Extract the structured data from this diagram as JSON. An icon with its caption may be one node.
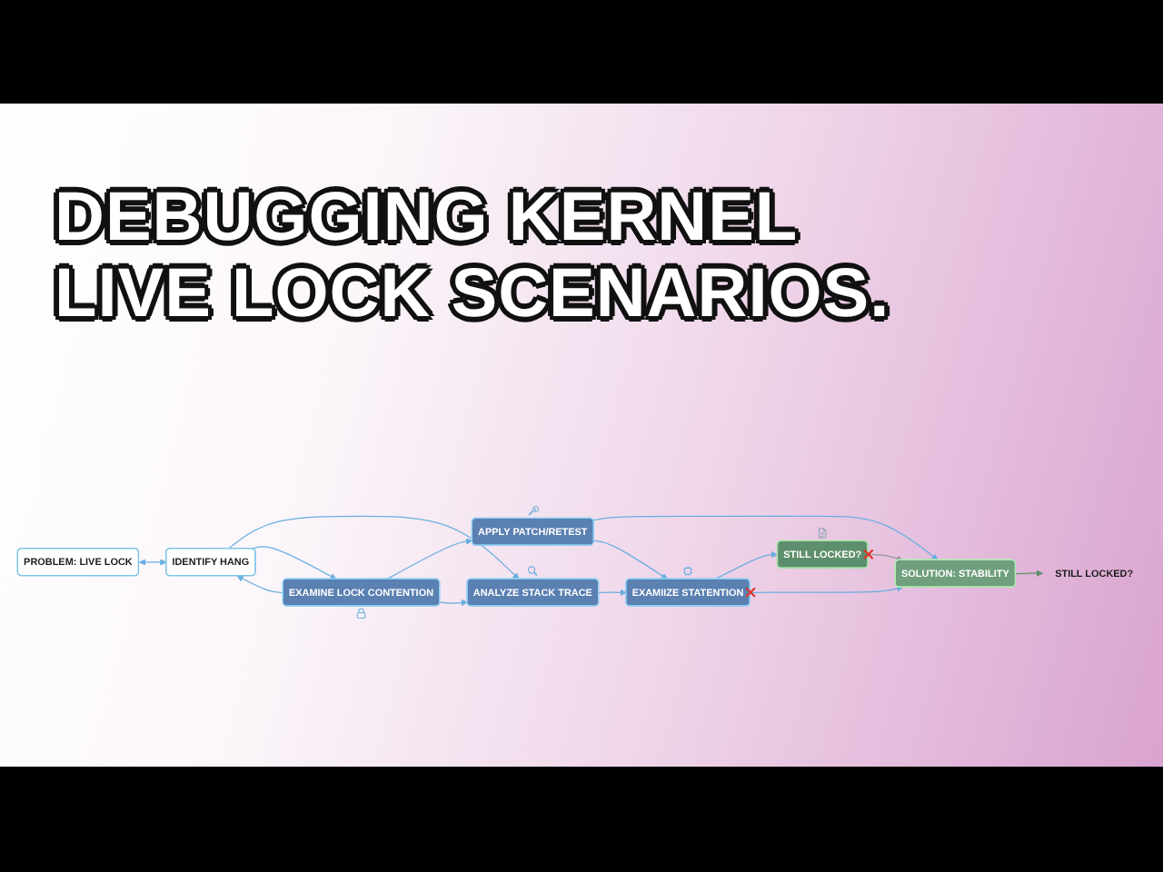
{
  "diagram": {
    "title": "DEBUGGING KERNEL LIVE LOCK SCENARIOS.",
    "nodes": [
      {
        "text": [
          "IDENTIFY HANG"
        ]
      },
      {
        "text": [
          "ANALYZE STACK TRACE"
        ]
      },
      {
        "text": [
          "EXAMIIZE STATENTION"
        ]
      },
      {
        "text": [
          "STILL LOCKED?"
        ]
      },
      {
        "text": [
          "STILL LOCKED?"
        ]
      },
      {
        "text": [
          "PROBLEM: LIVE LOCK"
        ]
      },
      {
        "text": [
          "EXAMINE LOCK CONTENTION"
        ]
      },
      {
        "text": [
          "APPLY PATCH/RETEST"
        ]
      },
      {
        "text": [
          "SOLUTION: STABILITY"
        ]
      }
    ],
    "edges": [
      {
        "from": 5,
        "to": 0,
        "arrow": "both"
      },
      {
        "from": 0,
        "to": 1,
        "arrow": "to"
      },
      {
        "from": 0,
        "to": 6,
        "arrow": "to"
      },
      {
        "from": 6,
        "to": 0,
        "arrow": "to"
      },
      {
        "from": 1,
        "to": 2,
        "arrow": "to"
      },
      {
        "from": 6,
        "to": 7,
        "arrow": "to"
      },
      {
        "from": 6,
        "to": 1,
        "arrow": "to"
      },
      {
        "from": 2,
        "to": 3,
        "arrow": "to"
      },
      {
        "from": 7,
        "to": 8,
        "arrow": "to"
      },
      {
        "from": 7,
        "to": 2,
        "arrow": "to"
      },
      {
        "from": 2,
        "to": 8,
        "arrow": "to"
      },
      {
        "from": 3,
        "to": 8,
        "arrow": "to",
        "color": "#9a9a9a"
      },
      {
        "from": 8,
        "to": 4,
        "arrow": "to",
        "color": "#5f8f6b"
      }
    ]
  }
}
